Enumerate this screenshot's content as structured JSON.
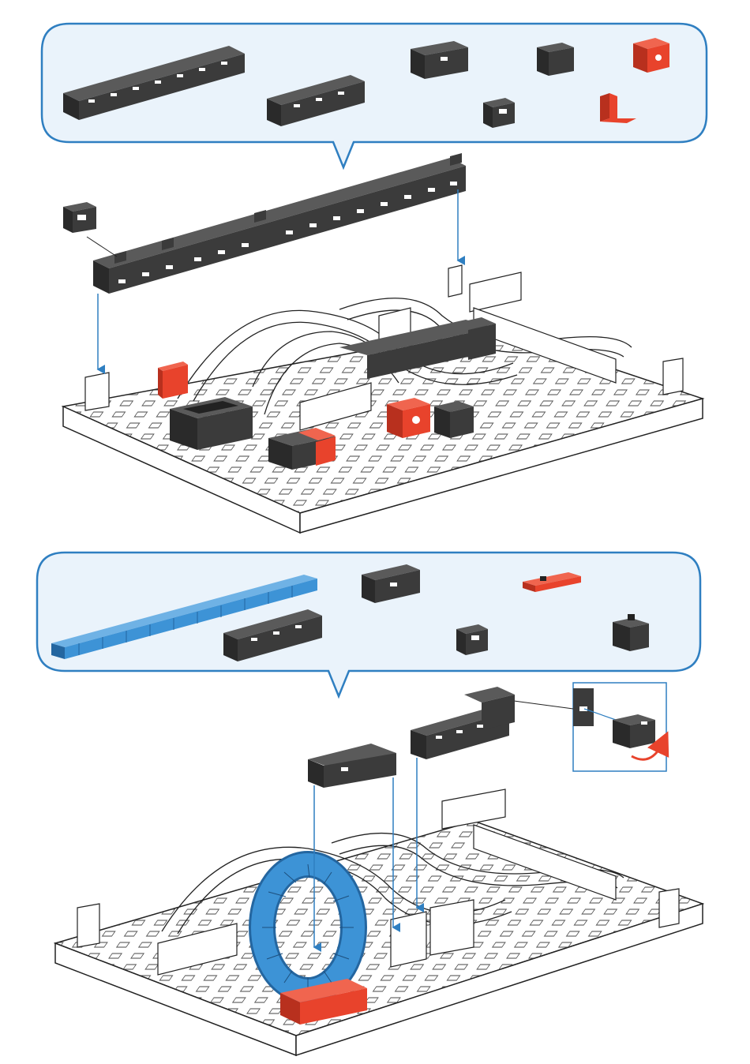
{
  "colors": {
    "panel_border": "#2f7fc1",
    "panel_fill": "#eaf3fb",
    "arrow": "#2f7fc1",
    "part_dark": "#3b3b3b",
    "part_dark_top": "#5a5a5a",
    "part_dark_side": "#2a2a2a",
    "part_red": "#e8432c",
    "part_red_dark": "#b8301e",
    "part_blue": "#3d93d6",
    "part_blue_dark": "#2466a0",
    "baseplate": "#ffffff",
    "outline": "#222222"
  },
  "steps": [
    {
      "parts_panel": {
        "parts": [
          {
            "name": "long-building-block-bar",
            "color": "dark"
          },
          {
            "name": "medium-building-block-bar",
            "color": "dark"
          },
          {
            "name": "building-block-30",
            "color": "dark"
          },
          {
            "name": "building-block-15",
            "color": "dark"
          },
          {
            "name": "red-building-block-with-hole",
            "color": "red"
          },
          {
            "name": "small-building-block-5",
            "color": "dark"
          },
          {
            "name": "red-angle-block",
            "color": "red"
          }
        ]
      },
      "assembly_parts": [
        "long-wall-bar",
        "small-cube-piece",
        "red-angle-block",
        "dark-box-block",
        "red-hole-block",
        "dark-block-corner"
      ]
    },
    {
      "parts_panel": {
        "parts": [
          {
            "name": "blue-flexible-track",
            "color": "blue"
          },
          {
            "name": "building-block-30",
            "color": "dark"
          },
          {
            "name": "red-flat-plate",
            "color": "red"
          },
          {
            "name": "medium-building-block-bar",
            "color": "dark"
          },
          {
            "name": "small-building-block-5",
            "color": "dark"
          },
          {
            "name": "cube-block",
            "color": "dark"
          }
        ]
      },
      "assembly_parts": [
        "blue-loop-track",
        "red-base-plate",
        "dark-box-block",
        "dark-long-block"
      ],
      "detail_inset": {
        "rotation_arrow": "rotate-arrow-icon"
      }
    }
  ]
}
